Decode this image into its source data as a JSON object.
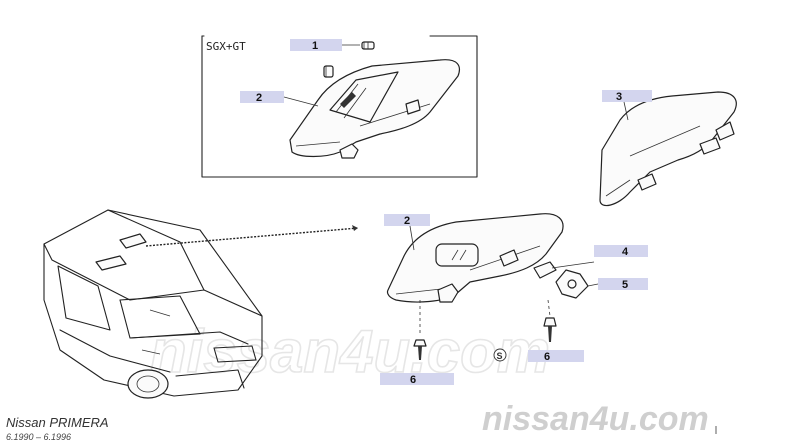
{
  "diagram": {
    "inset_label": "SGX+GT",
    "callouts": {
      "c1": "1",
      "c2_inset": "2",
      "c2_main": "2",
      "c3": "3",
      "c4": "4",
      "c5": "5",
      "c6_left": "6",
      "c6_right": "6"
    },
    "s_badge": "S",
    "tag_color": "#d3d5ee"
  },
  "footer": {
    "model": "Nissan PRIMERA",
    "dates": "6.1990  –  6.1996",
    "watermark_small": "nissan4u.com",
    "watermark_big": "nissan4u.com"
  }
}
